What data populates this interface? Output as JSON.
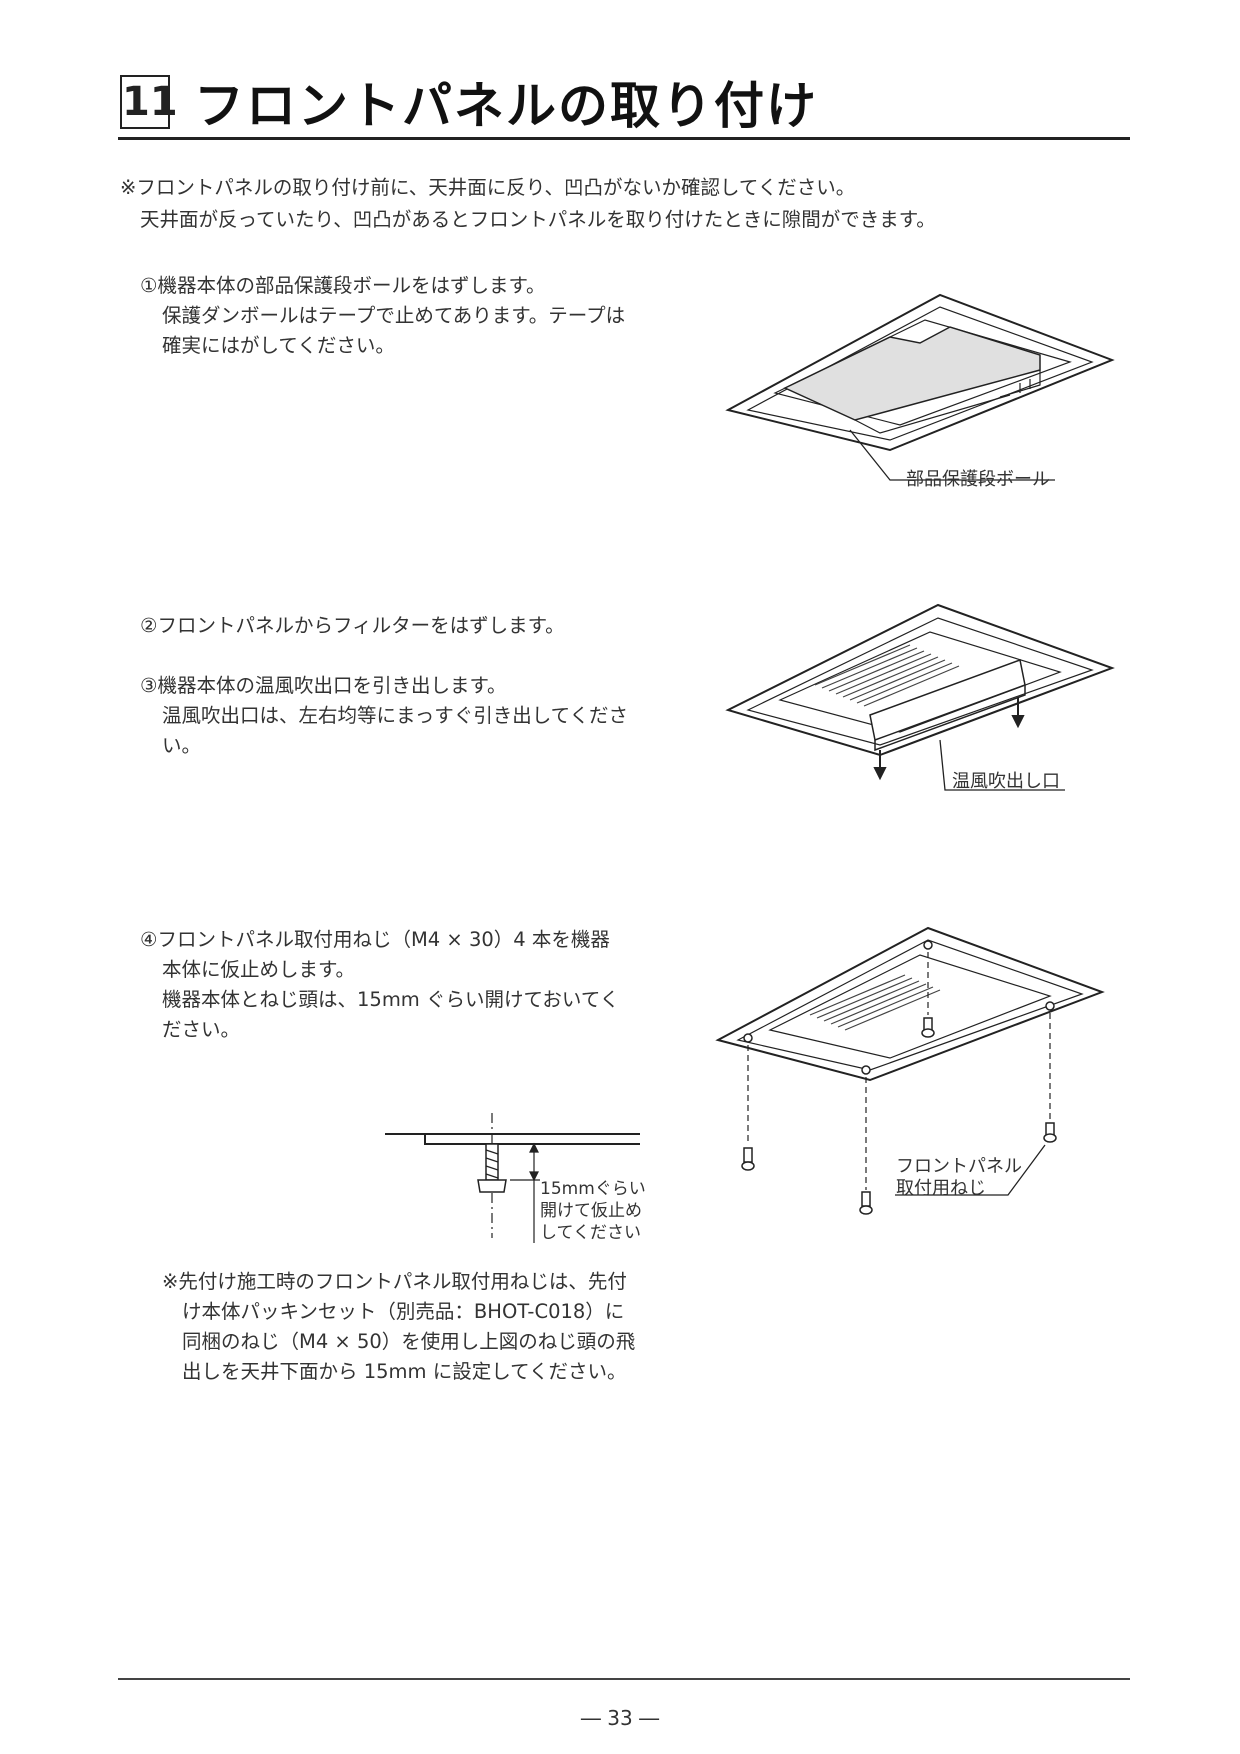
{
  "title": {
    "number": "11",
    "text": "フロントパネルの取り付け"
  },
  "intro": {
    "line1": "※フロントパネルの取り付け前に、天井面に反り、凹凸がないか確認してください。",
    "line2": "天井面が反っていたり、凹凸があるとフロントパネルを取り付けたときに隙間ができます。"
  },
  "steps": {
    "s1": {
      "line1": "①機器本体の部品保護段ボールをはずします。",
      "line2": "保護ダンボールはテープで止めてあります。テープは",
      "line3": "確実にはがしてください。"
    },
    "s2": {
      "line1": "②フロントパネルからフィルターをはずします。"
    },
    "s3": {
      "line1": "③機器本体の温風吹出口を引き出します。",
      "line2": "温風吹出口は、左右均等にまっすぐ引き出してくださ",
      "line3": "い。"
    },
    "s4": {
      "line1": "④フロントパネル取付用ねじ（M4 × 30）4 本を機器",
      "line2": "本体に仮止めします。",
      "line3": "機器本体とねじ頭は、15mm ぐらい開けておいてく",
      "line4": "ださい。"
    }
  },
  "note": {
    "line1": "※先付け施工時のフロントパネル取付用ねじは、先付",
    "line2": "け本体パッキンセット（別売品：BHOT-C018）に",
    "line3": "同梱のねじ（M4 × 50）を使用し上図のねじ頭の飛",
    "line4": "出しを天井下面から 15mm に設定してください。"
  },
  "figures": {
    "fig1_label": "部品保護段ボール",
    "fig2_label": "温風吹出し口",
    "fig3_label_line1": "フロントパネル",
    "fig3_label_line2": "取付用ねじ",
    "screw_label_line1": "15mmぐらい",
    "screw_label_line2": "開けて仮止め",
    "screw_label_line3": "してください"
  },
  "footer": {
    "page": "― 33 ―"
  }
}
